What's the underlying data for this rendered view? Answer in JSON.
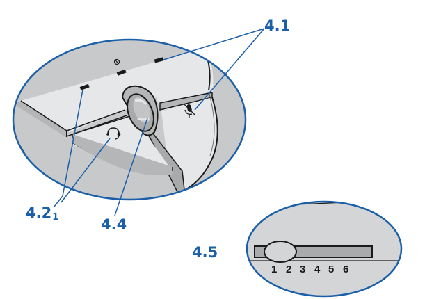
{
  "figure": {
    "title": "Monitor stand / control detail illustration",
    "colors": {
      "callout_blue": "#1b5fa8",
      "surface_light": "#e6e7e9",
      "surface_mid": "#c8c9cb",
      "surface_dark": "#a9aaac",
      "outline": "#1a1a1a",
      "background": "#ffffff"
    }
  },
  "callouts": {
    "c41": {
      "label": "4.1",
      "target": "indicator marks / microphone-mute icon"
    },
    "c42": {
      "label": "4.2",
      "subscript": "1",
      "target": "left indicator mark / headphone icon"
    },
    "c44": {
      "label": "4.4",
      "target": "center dial/knob"
    },
    "c45": {
      "label": "4.5",
      "target": "slider with positions 1-6"
    }
  },
  "icons": {
    "power": "power-off-icon",
    "headphone": "headphone-icon",
    "mic_mute": "microphone-mute-icon"
  },
  "slider": {
    "positions": [
      "1",
      "2",
      "3",
      "4",
      "5",
      "6"
    ],
    "current_position": "1"
  }
}
